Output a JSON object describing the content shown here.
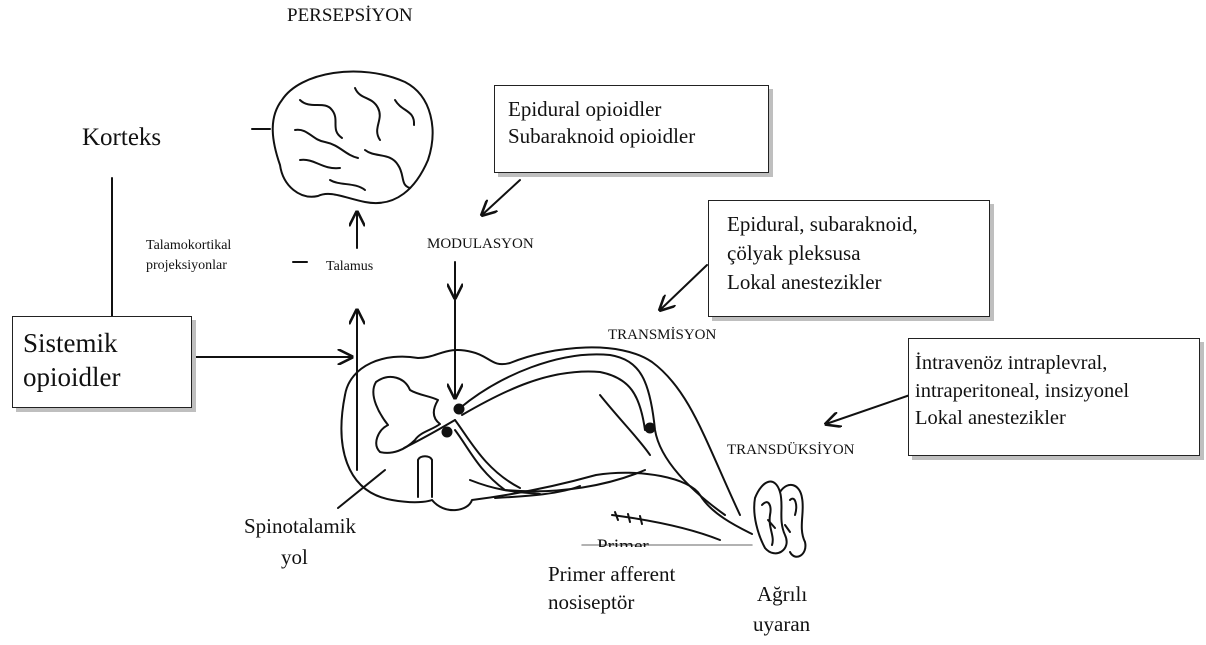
{
  "labels": {
    "perception": "PERSEPSİYON",
    "cortex": "Korteks",
    "thalamocortical_line1": "Talamokortikal",
    "thalamocortical_line2": "projeksiyonlar",
    "thalamus": "Talamus",
    "modulation": "MODULASYON",
    "transmission": "TRANSMİSYON",
    "transduction": "TRANSDÜKSİYON",
    "spinothalamic_line1": "Spinotalamik",
    "spinothalamic_line2": "yol",
    "afferent_partial": "Primer",
    "afferent_line1": "Primer afferent",
    "afferent_line2": "nosiseptör",
    "stimulus_line1": "Ağrılı",
    "stimulus_line2": "uyaran"
  },
  "boxes": {
    "systemic": [
      "Sistemik",
      "opioidler"
    ],
    "neuraxial": [
      "Epidural opioidler",
      "Subaraknoid opioidler"
    ],
    "epidural_local": [
      "Epidural, subaraknoid,",
      "çölyak pleksusa",
      "Lokal anestezikler"
    ],
    "iv_local": [
      "İntravenöz intraplevral,",
      "intraperitoneal, insizyonel",
      "Lokal anestezikler"
    ]
  }
}
